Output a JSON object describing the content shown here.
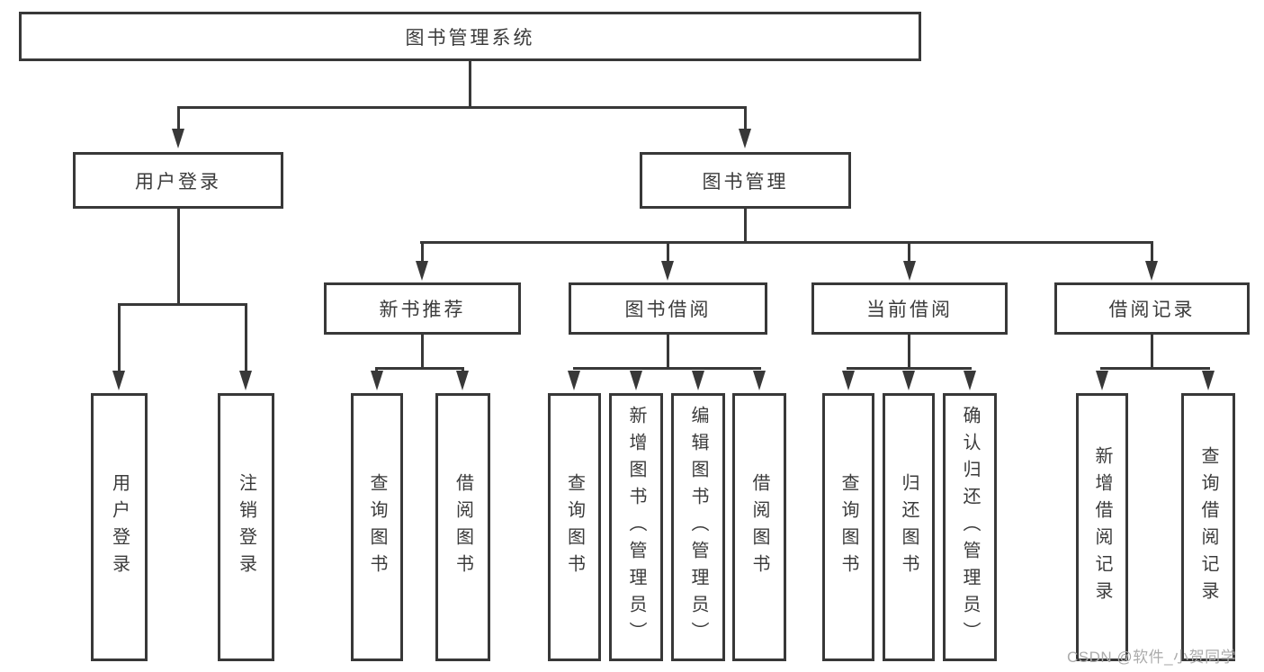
{
  "tree": {
    "label": "图书管理系统",
    "children": [
      {
        "label": "用户登录",
        "children": [
          {
            "label": "用户登录"
          },
          {
            "label": "注销登录"
          }
        ]
      },
      {
        "label": "图书管理",
        "children": [
          {
            "label": "新书推荐",
            "children": [
              {
                "label": "查询图书"
              },
              {
                "label": "借阅图书"
              }
            ]
          },
          {
            "label": "图书借阅",
            "children": [
              {
                "label": "查询图书"
              },
              {
                "label": "新增图书（管理员）"
              },
              {
                "label": "编辑图书（管理员）"
              },
              {
                "label": "借阅图书"
              }
            ]
          },
          {
            "label": "当前借阅",
            "children": [
              {
                "label": "查询图书"
              },
              {
                "label": "归还图书"
              },
              {
                "label": "确认归还（管理员）"
              }
            ]
          },
          {
            "label": "借阅记录",
            "children": [
              {
                "label": "新增借阅记录"
              },
              {
                "label": "查询借阅记录"
              }
            ]
          }
        ]
      }
    ]
  },
  "watermark": {
    "text": "CSDN @软件_小贺同学"
  },
  "colors": {
    "line": "#383838",
    "text": "#3b3b3b",
    "watermark": "#ababab",
    "background": "#ffffff"
  }
}
